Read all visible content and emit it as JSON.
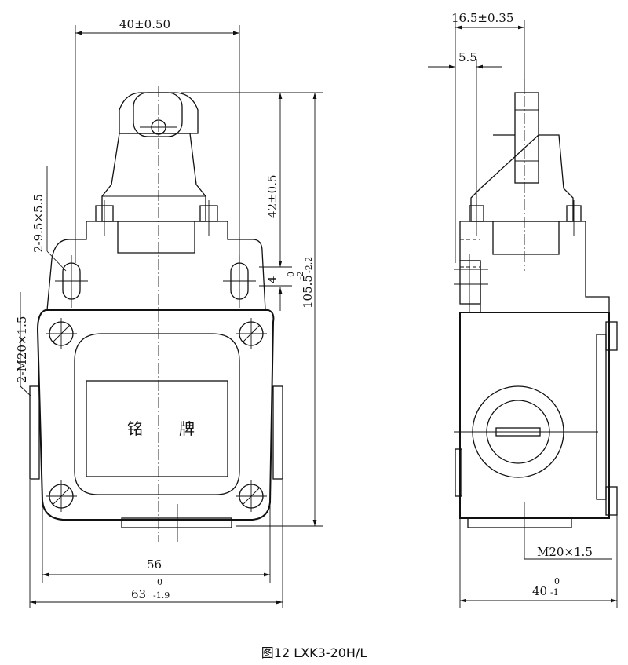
{
  "figure": {
    "caption": "图12  LXK3-20H/L"
  },
  "front_view": {
    "dim_width_top": "40±0.50",
    "dim_slot": "2-9.5×5.5",
    "dim_thread": "2-M20×1.5",
    "dim_height_upper": "42±0.5",
    "dim_offset": "4",
    "dim_offset_tol_upper": "0",
    "dim_offset_tol_lower": "-2",
    "dim_height_total": "105.5",
    "dim_height_total_tol": "-2.2",
    "dim_body_width": "56",
    "dim_overall_width": "63",
    "dim_overall_width_tol_upper": "0",
    "dim_overall_width_tol_lower": "-1.9",
    "nameplate_left": "铭",
    "nameplate_right": "牌"
  },
  "side_view": {
    "dim_top": "16.5±0.35",
    "dim_small": "5.5",
    "dim_thread": "M20×1.5",
    "dim_width": "40",
    "dim_width_tol_upper": "0",
    "dim_width_tol_lower": "-1"
  }
}
